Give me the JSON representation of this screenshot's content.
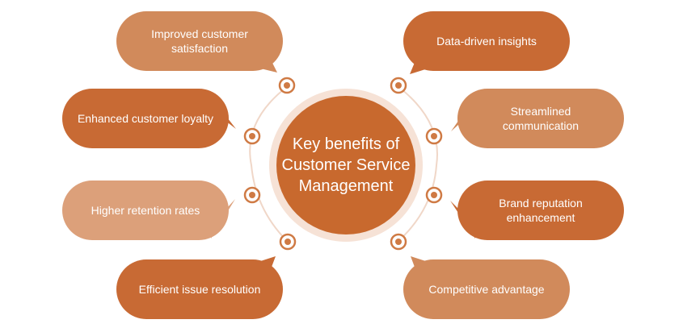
{
  "center_title": "Key benefits of Customer Service Management",
  "benefits": [
    {
      "label": "Improved customer satisfaction",
      "shade": "medium",
      "side": "left"
    },
    {
      "label": "Enhanced customer loyalty",
      "shade": "dark",
      "side": "left"
    },
    {
      "label": "Higher retention rates",
      "shade": "light",
      "side": "left"
    },
    {
      "label": "Efficient issue resolution",
      "shade": "dark",
      "side": "left"
    },
    {
      "label": "Data-driven insights",
      "shade": "dark",
      "side": "right"
    },
    {
      "label": "Streamlined communication",
      "shade": "medium",
      "side": "right"
    },
    {
      "label": "Brand reputation enhancement",
      "shade": "dark",
      "side": "right"
    },
    {
      "label": "Competitive advantage",
      "shade": "medium",
      "side": "right"
    }
  ],
  "colors": {
    "dark": "#c86a34",
    "medium": "#d18a5b",
    "light": "#dca07a",
    "center": "#c8692e",
    "ring": "#f6e2d6",
    "connector": "#f0d7c8",
    "dot": "#cf7a44"
  }
}
